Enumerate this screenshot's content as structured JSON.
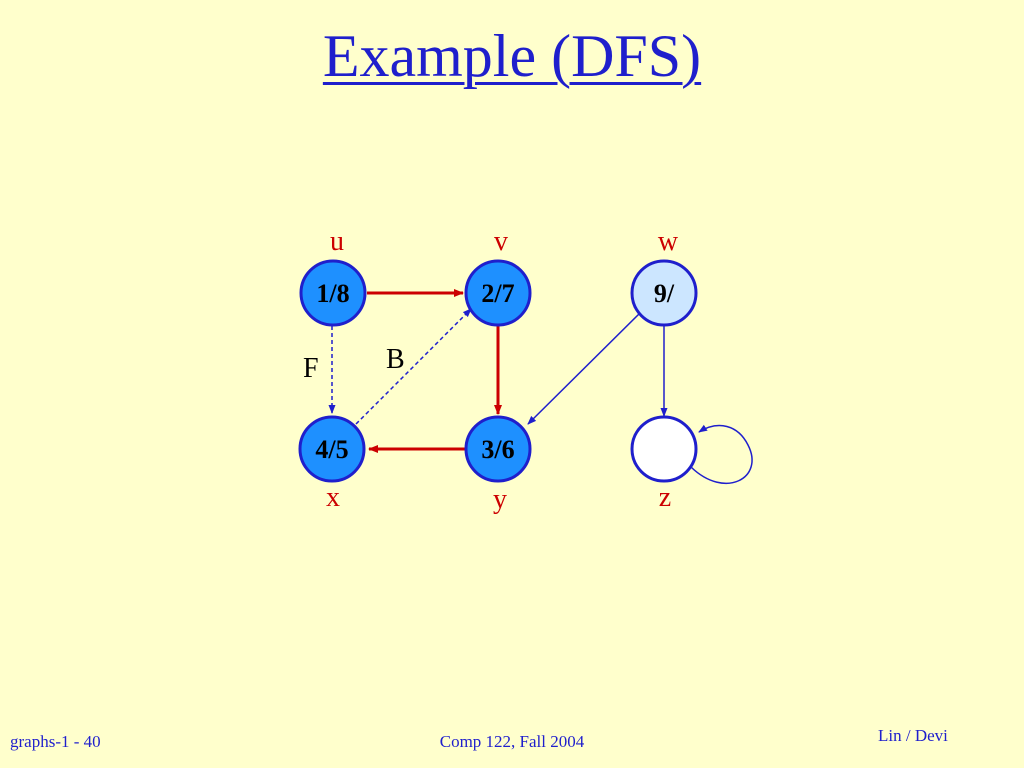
{
  "slide": {
    "title": "Example (DFS)"
  },
  "graph": {
    "vertices": [
      {
        "id": "u",
        "name": "u",
        "time": "1/8",
        "state": "black"
      },
      {
        "id": "v",
        "name": "v",
        "time": "2/7",
        "state": "black"
      },
      {
        "id": "w",
        "name": "w",
        "time": "9/",
        "state": "gray"
      },
      {
        "id": "x",
        "name": "x",
        "time": "4/5",
        "state": "black"
      },
      {
        "id": "y",
        "name": "y",
        "time": "3/6",
        "state": "black"
      },
      {
        "id": "z",
        "name": "z",
        "time": "",
        "state": "white"
      }
    ],
    "edges": [
      {
        "from": "u",
        "to": "v",
        "type": "tree",
        "label": ""
      },
      {
        "from": "v",
        "to": "y",
        "type": "tree",
        "label": ""
      },
      {
        "from": "y",
        "to": "x",
        "type": "tree",
        "label": ""
      },
      {
        "from": "u",
        "to": "x",
        "type": "forward",
        "label": "F"
      },
      {
        "from": "x",
        "to": "v",
        "type": "back",
        "label": "B"
      },
      {
        "from": "w",
        "to": "y",
        "type": "unclassified",
        "label": ""
      },
      {
        "from": "w",
        "to": "z",
        "type": "unclassified",
        "label": ""
      },
      {
        "from": "z",
        "to": "z",
        "type": "unclassified",
        "label": ""
      }
    ],
    "colors": {
      "tree_edge": "#CC0000",
      "other_edge": "#1F1FCC",
      "vertex_black_fill": "#1E90FF",
      "vertex_gray_fill": "#CCE6FF",
      "vertex_white_fill": "#FFFFFF",
      "vertex_stroke": "#1F1FCC",
      "vertex_name": "#CC0000"
    }
  },
  "footer": {
    "left": "graphs-1 - 40",
    "center": "Comp 122, Fall 2004",
    "right": "Lin / Devi"
  }
}
